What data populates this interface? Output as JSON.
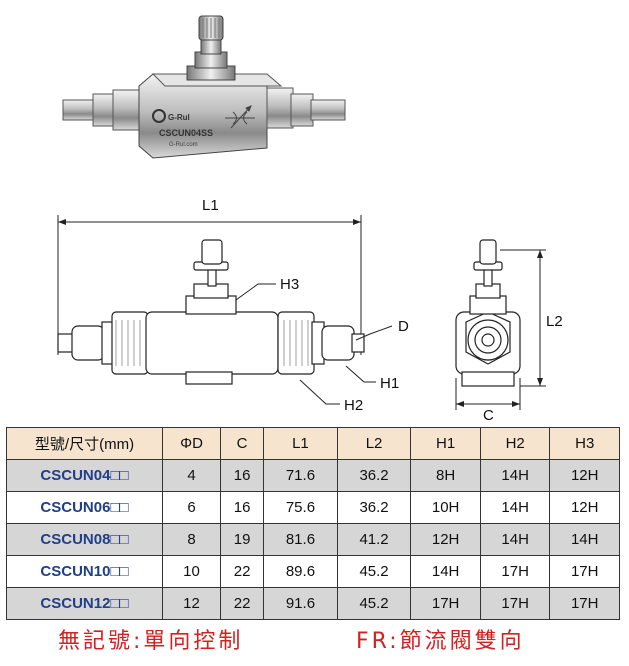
{
  "photo": {
    "brand": "G-Rul",
    "model_label": "CSCUN04SS",
    "site": "G-Rul.com"
  },
  "drawing": {
    "labels": {
      "L1": "L1",
      "L2": "L2",
      "H1": "H1",
      "H2": "H2",
      "H3": "H3",
      "D": "D",
      "C": "C"
    }
  },
  "table": {
    "headers": [
      "型號/尺寸(mm)",
      "ΦD",
      "C",
      "L1",
      "L2",
      "H1",
      "H2",
      "H3"
    ],
    "rows": [
      [
        "CSCUN04□□",
        "4",
        "16",
        "71.6",
        "36.2",
        "8H",
        "14H",
        "12H"
      ],
      [
        "CSCUN06□□",
        "6",
        "16",
        "75.6",
        "36.2",
        "10H",
        "14H",
        "12H"
      ],
      [
        "CSCUN08□□",
        "8",
        "19",
        "81.6",
        "41.2",
        "12H",
        "14H",
        "14H"
      ],
      [
        "CSCUN10□□",
        "10",
        "22",
        "89.6",
        "45.2",
        "14H",
        "17H",
        "17H"
      ],
      [
        "CSCUN12□□",
        "12",
        "22",
        "91.6",
        "45.2",
        "17H",
        "17H",
        "17H"
      ]
    ]
  },
  "note": {
    "left": "無記號:單向控制",
    "right": "FR:節流閥雙向"
  },
  "colors": {
    "header_bg": "#f6e4cf",
    "shade_bg": "#d6d6d6",
    "model_text": "#1f3f8a",
    "note_text": "#d42020"
  }
}
